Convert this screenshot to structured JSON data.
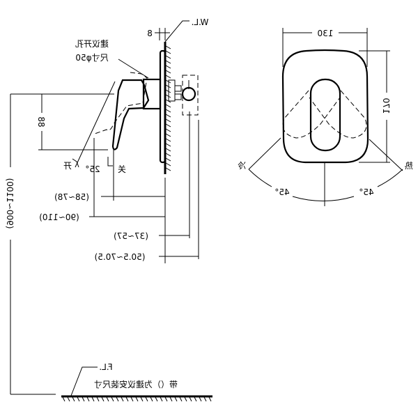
{
  "side_view": {
    "wall_label": "W.L.",
    "plate_offset": "8",
    "hole_note_line1": "建议开孔",
    "hole_note_line2": "尺寸φ50",
    "handle_drop": "88",
    "open_label": "开",
    "close_label": "关",
    "rotation_angle": "25°",
    "height_range": "(900~1100)",
    "dims": [
      "(58~78)",
      "(90~110)",
      "(37~57)",
      "(50.5~70.5)"
    ]
  },
  "front_view": {
    "width": "130",
    "height": "170",
    "cold_label": "冷",
    "hot_label": "热",
    "left_angle": "45°",
    "right_angle": "45°"
  },
  "floor": {
    "floor_label": "F.L.",
    "note": "带（）为建议安装尺寸"
  }
}
